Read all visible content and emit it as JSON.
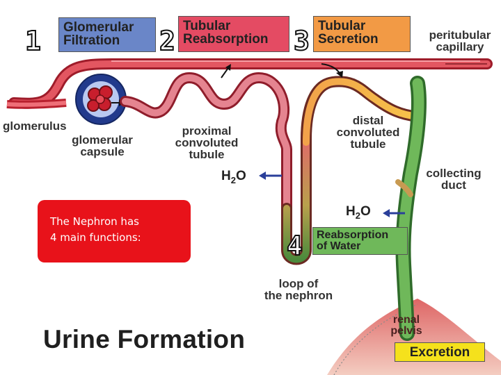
{
  "steps": [
    {
      "number": "1",
      "label_line1": "Glomerular",
      "label_line2": "Filtration",
      "color": "#6a86c8"
    },
    {
      "number": "2",
      "label_line1": "Tubular",
      "label_line2": "Reabsorption",
      "color": "#e44b63"
    },
    {
      "number": "3",
      "label_line1": "Tubular",
      "label_line2": "Secretion",
      "color": "#f29a45"
    },
    {
      "number": "4",
      "label_line1": "Reabsorption",
      "label_line2": "of Water",
      "color": "#6fb85a"
    }
  ],
  "structures": {
    "peritubular_line1": "peritubular",
    "peritubular_line2": "capillary",
    "glomerulus": "glomerulus",
    "capsule_line1": "glomerular",
    "capsule_line2": "capsule",
    "proximal_line1": "proximal",
    "proximal_line2": "convoluted",
    "proximal_line3": "tubule",
    "distal_line1": "distal",
    "distal_line2": "convoluted",
    "distal_line3": "tubule",
    "collecting_line1": "collecting",
    "collecting_line2": "duct",
    "loop_line1": "loop of",
    "loop_line2": "the nephron",
    "pelvis_line1": "renal",
    "pelvis_line2": "pelvis"
  },
  "water": {
    "symbol": "H",
    "subscript": "2",
    "suffix": "O"
  },
  "excretion_label": "Excretion",
  "excretion_color": "#f5e11c",
  "callout": {
    "line1": "The Nephron has",
    "line2": "4 main functions:",
    "color": "#e8121a"
  },
  "title": "Urine Formation"
}
